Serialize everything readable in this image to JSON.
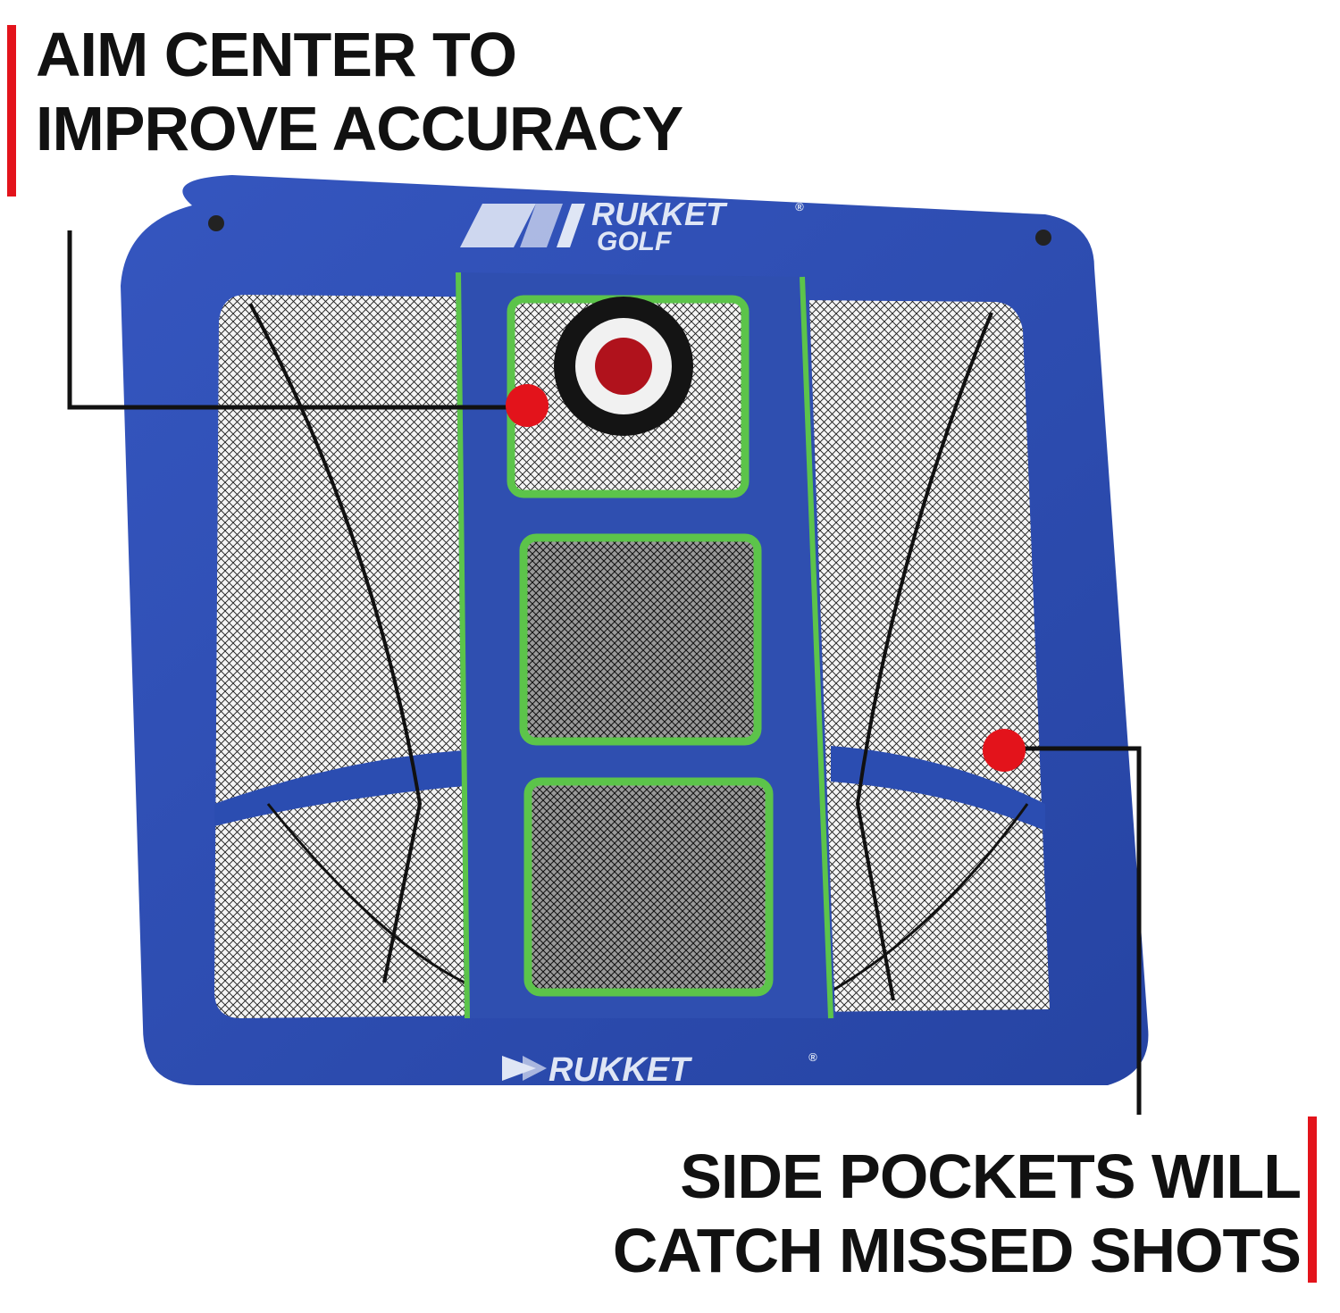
{
  "callouts": {
    "top_line1": "AIM CENTER TO",
    "top_line2": "IMPROVE ACCURACY",
    "bottom_line1": "SIDE POCKETS WILL",
    "bottom_line2": "CATCH MISSED SHOTS"
  },
  "brand": {
    "top_logo_line1": "RUKKET",
    "top_logo_line2": "GOLF",
    "bottom_logo": "RUKKET",
    "registered_mark": "®"
  },
  "colors": {
    "accent_red": "#e3131b",
    "net_blue": "#2f4fb0",
    "pocket_green": "#5cc44a",
    "mesh": "#1a1a1a",
    "text": "#111111"
  },
  "icons": [
    "callout-dot-icon",
    "target-bullseye-icon",
    "rukket-logo-icon"
  ]
}
